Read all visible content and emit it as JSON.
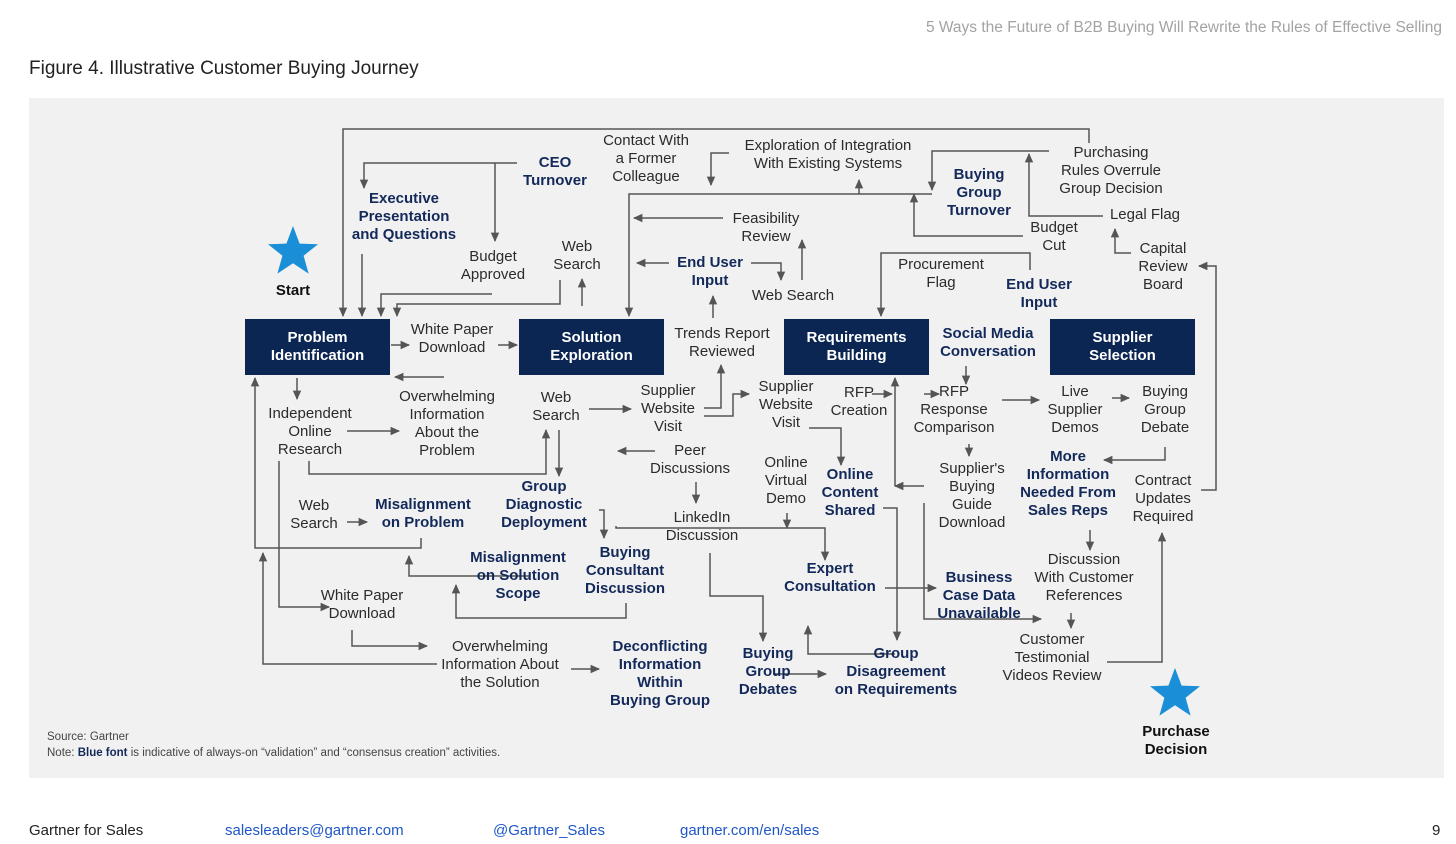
{
  "header": {
    "title": "5 Ways the Future of B2B Buying Will Rewrite the Rules of Effective Selling"
  },
  "figure": {
    "title": "Figure 4. Illustrative Customer Buying Journey"
  },
  "stars": {
    "start": {
      "label": "Start",
      "color": "#1a8ed6"
    },
    "end": {
      "label": "Purchase\nDecision",
      "color": "#1a8ed6"
    }
  },
  "stages": [
    {
      "id": "problem-identification",
      "label": "Problem\nIdentification"
    },
    {
      "id": "solution-exploration",
      "label": "Solution\nExploration"
    },
    {
      "id": "requirements-building",
      "label": "Requirements\nBuilding"
    },
    {
      "id": "supplier-selection",
      "label": "Supplier\nSelection"
    }
  ],
  "activities": [
    {
      "id": "contact-former-colleague",
      "label": "Contact With\na Former\nColleague",
      "validation": false
    },
    {
      "id": "exploration-integration",
      "label": "Exploration of Integration\nWith Existing Systems",
      "validation": false
    },
    {
      "id": "purchasing-rules-overrule",
      "label": "Purchasing\nRules Overrule\nGroup Decision",
      "validation": false
    },
    {
      "id": "ceo-turnover",
      "label": "CEO\nTurnover",
      "validation": true
    },
    {
      "id": "executive-presentation",
      "label": "Executive\nPresentation\nand Questions",
      "validation": true
    },
    {
      "id": "buying-group-turnover",
      "label": "Buying\nGroup\nTurnover",
      "validation": true
    },
    {
      "id": "legal-flag",
      "label": "Legal Flag",
      "validation": false
    },
    {
      "id": "feasibility-review",
      "label": "Feasibility\nReview",
      "validation": false
    },
    {
      "id": "budget-cut",
      "label": "Budget\nCut",
      "validation": false
    },
    {
      "id": "web-search-1",
      "label": "Web\nSearch",
      "validation": false
    },
    {
      "id": "budget-approved",
      "label": "Budget\nApproved",
      "validation": false
    },
    {
      "id": "capital-review-board",
      "label": "Capital\nReview\nBoard",
      "validation": false
    },
    {
      "id": "end-user-input-1",
      "label": "End User\nInput",
      "validation": true
    },
    {
      "id": "procurement-flag",
      "label": "Procurement\nFlag",
      "validation": false
    },
    {
      "id": "web-search-2",
      "label": "Web Search",
      "validation": false
    },
    {
      "id": "end-user-input-2",
      "label": "End User\nInput",
      "validation": true
    },
    {
      "id": "white-paper-download-1",
      "label": "White Paper\nDownload",
      "validation": false
    },
    {
      "id": "trends-report-reviewed",
      "label": "Trends Report\nReviewed",
      "validation": false
    },
    {
      "id": "social-media-conversation",
      "label": "Social Media\nConversation",
      "validation": true
    },
    {
      "id": "overwhelming-info-problem",
      "label": "Overwhelming\nInformation\nAbout the\nProblem",
      "validation": false
    },
    {
      "id": "independent-online-research",
      "label": "Independent\nOnline\nResearch",
      "validation": false
    },
    {
      "id": "web-search-3",
      "label": "Web\nSearch",
      "validation": false
    },
    {
      "id": "supplier-website-visit-1",
      "label": "Supplier\nWebsite\nVisit",
      "validation": false
    },
    {
      "id": "supplier-website-visit-2",
      "label": "Supplier\nWebsite\nVisit",
      "validation": false
    },
    {
      "id": "rfp-creation",
      "label": "RFP\nCreation",
      "validation": false
    },
    {
      "id": "rfp-response-comparison",
      "label": "RFP\nResponse\nComparison",
      "validation": false
    },
    {
      "id": "live-supplier-demos",
      "label": "Live\nSupplier\nDemos",
      "validation": false
    },
    {
      "id": "buying-group-debate",
      "label": "Buying\nGroup\nDebate",
      "validation": false
    },
    {
      "id": "peer-discussions",
      "label": "Peer\nDiscussions",
      "validation": false
    },
    {
      "id": "online-virtual-demo",
      "label": "Online\nVirtual\nDemo",
      "validation": false
    },
    {
      "id": "online-content-shared",
      "label": "Online\nContent\nShared",
      "validation": true
    },
    {
      "id": "suppliers-buying-guide",
      "label": "Supplier's\nBuying\nGuide\nDownload",
      "validation": false
    },
    {
      "id": "more-info-sales-reps",
      "label": "More\nInformation\nNeeded From\nSales Reps",
      "validation": true
    },
    {
      "id": "contract-updates-required",
      "label": "Contract\nUpdates\nRequired",
      "validation": false
    },
    {
      "id": "web-search-4",
      "label": "Web\nSearch",
      "validation": false
    },
    {
      "id": "misalignment-problem",
      "label": "Misalignment\non Problem",
      "validation": true
    },
    {
      "id": "group-diagnostic-deployment",
      "label": "Group\nDiagnostic\nDeployment",
      "validation": true
    },
    {
      "id": "linkedin-discussion",
      "label": "LinkedIn\nDiscussion",
      "validation": false
    },
    {
      "id": "misalignment-solution-scope",
      "label": "Misalignment\non Solution\nScope",
      "validation": true
    },
    {
      "id": "buying-consultant-discussion",
      "label": "Buying\nConsultant\nDiscussion",
      "validation": true
    },
    {
      "id": "expert-consultation",
      "label": "Expert\nConsultation",
      "validation": true
    },
    {
      "id": "business-case-unavailable",
      "label": "Business\nCase Data\nUnavailable",
      "validation": true
    },
    {
      "id": "discussion-customer-references",
      "label": "Discussion\nWith Customer\nReferences",
      "validation": false
    },
    {
      "id": "white-paper-download-2",
      "label": "White Paper\nDownload",
      "validation": false
    },
    {
      "id": "customer-testimonial-videos",
      "label": "Customer\nTestimonial\nVideos Review",
      "validation": false
    },
    {
      "id": "overwhelming-info-solution",
      "label": "Overwhelming\nInformation About\nthe Solution",
      "validation": false
    },
    {
      "id": "deconflicting-information",
      "label": "Deconflicting\nInformation\nWithin\nBuying Group",
      "validation": true
    },
    {
      "id": "buying-group-debates",
      "label": "Buying\nGroup\nDebates",
      "validation": true
    },
    {
      "id": "group-disagreement-requirements",
      "label": "Group\nDisagreement\non Requirements",
      "validation": true
    }
  ],
  "notes": {
    "source": "Source: Gartner",
    "note_prefix": "Note: ",
    "note_bold": "Blue font",
    "note_rest": " is indicative of always-on “validation” and “consensus creation” activities."
  },
  "footer": {
    "brand": "Gartner for Sales",
    "email": "salesleaders@gartner.com",
    "twitter": "@Gartner_Sales",
    "website": "gartner.com/en/sales",
    "page_number": "9"
  },
  "colors": {
    "stage_box": "#0c2653",
    "validation_text": "#13295a",
    "star": "#1a8ed6",
    "panel_bg": "#f1f1f1",
    "link": "#1f57c6",
    "connector": "#555555"
  }
}
